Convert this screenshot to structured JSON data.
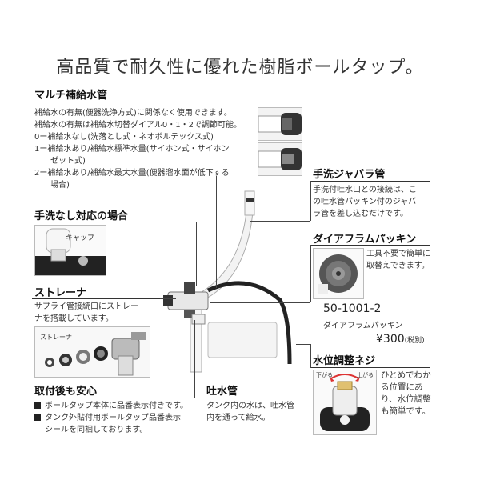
{
  "page": {
    "title": "高品質で耐久性に優れた樹脂ボールタップ。"
  },
  "multi": {
    "heading": "マルチ補給水管",
    "lines": [
      "補給水の有無(便器洗浄方式)に関係なく使用できます。",
      "補給水の有無は補給水切替ダイアル0・1・2で調節可能。",
      "0ー補給水なし(洗落とし式・ネオボルテックス式)",
      "1ー補給水あり/補給水標準水量(サイホン式・サイホン",
      "　　ゼット式)",
      "2ー補給水あり/補給水最大水量(便器溜水面が低下する",
      "　　場合)"
    ]
  },
  "nohand": {
    "heading": "手洗なし対応の場合",
    "cap_label": "キャップ"
  },
  "strainer": {
    "heading": "ストレーナ",
    "lines": [
      "サプライ管接続口にストレー",
      "ナを搭載しています。"
    ],
    "label": "ストレーナ"
  },
  "safety": {
    "heading": "取付後も安心",
    "bullets": [
      "ボールタップ本体に品番表示付きです。",
      "タンク外貼付用ボールタップ品番表示"
    ],
    "continuation": "シールを同梱しております。"
  },
  "outlet": {
    "heading": "吐水管",
    "lines": [
      "タンク内の水は、吐水管",
      "内を通って給水。"
    ]
  },
  "bellows": {
    "heading": "手洗ジャバラ管",
    "lines": [
      "手洗付吐水口との接続は、こ",
      "の吐水管パッキン付のジャバ",
      "ラ管を差し込むだけです。"
    ]
  },
  "diaphragm": {
    "heading": "ダイアフラムパッキン",
    "lines": [
      "工具不要で簡単に",
      "取替えできます。"
    ],
    "part_no": "50-1001-2",
    "part_name": "ダイアフラムパッキン",
    "price": "¥300",
    "tax": "(税別)"
  },
  "adjust": {
    "heading": "水位調整ネジ",
    "down_label": "下がる",
    "up_label": "上がる",
    "lines": [
      "ひとめでわか",
      "る位置にあ",
      "り、水位調整",
      "も簡単です。"
    ]
  }
}
